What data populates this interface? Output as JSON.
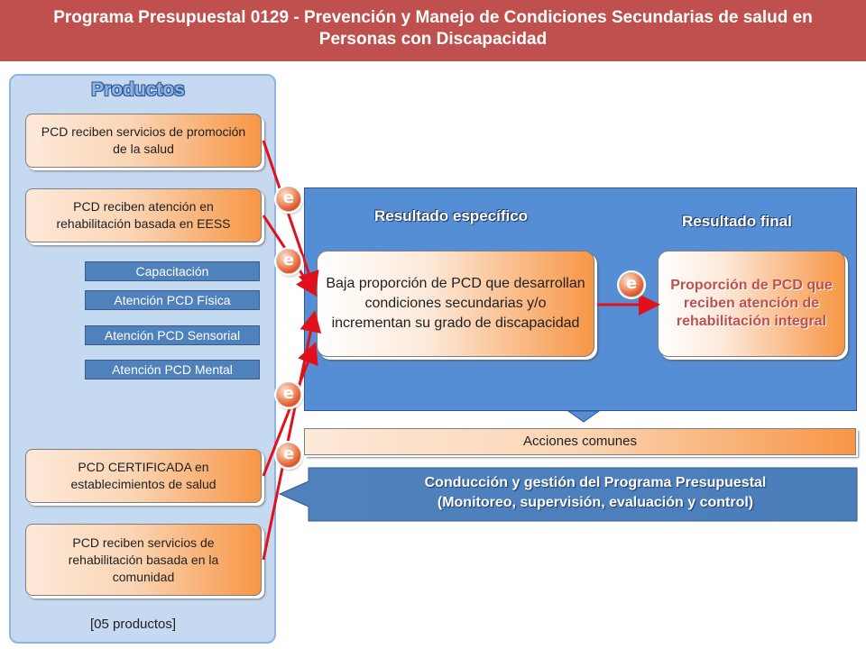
{
  "title": {
    "line1": "Programa Presupuestal  0129 - Prevención y Manejo de Condiciones Secundarias de salud en",
    "line2": "Personas con Discapacidad"
  },
  "products": {
    "heading": "Productos",
    "items": [
      {
        "label": "PCD reciben servicios de promoción de la salud"
      },
      {
        "label": "PCD reciben atención en rehabilitación basada en EESS"
      },
      {
        "label": "PCD CERTIFICADA en establecimientos de salud"
      },
      {
        "label": "PCD reciben servicios de rehabilitación basada en la comunidad"
      }
    ],
    "sub_items": [
      {
        "label": "Capacitación"
      },
      {
        "label": "Atención PCD Física"
      },
      {
        "label": "Atención PCD Sensorial"
      },
      {
        "label": "Atención PCD Mental"
      }
    ],
    "count": "[05 productos]"
  },
  "results": {
    "specific_heading": "Resultado específico",
    "final_heading": "Resultado final",
    "specific_text": "Baja proporción de PCD que desarrollan condiciones secundarias y/o  incrementan su grado de discapacidad",
    "final_text": "Proporción de PCD que reciben atención de rehabilitación integral"
  },
  "common_actions": "Acciones comunes",
  "management": {
    "line1": "Conducción y gestión del Programa Presupuestal",
    "line2": "(Monitoreo, supervisión, evaluación y control)"
  },
  "evidence_icon": {
    "glyph": "e",
    "name": "evidence-e-icon"
  },
  "colors": {
    "title_bg": "#c0504d",
    "arrow": "#e0111b",
    "panel_blue": "#558ed5",
    "sub_box_blue": "#4f81bd"
  }
}
